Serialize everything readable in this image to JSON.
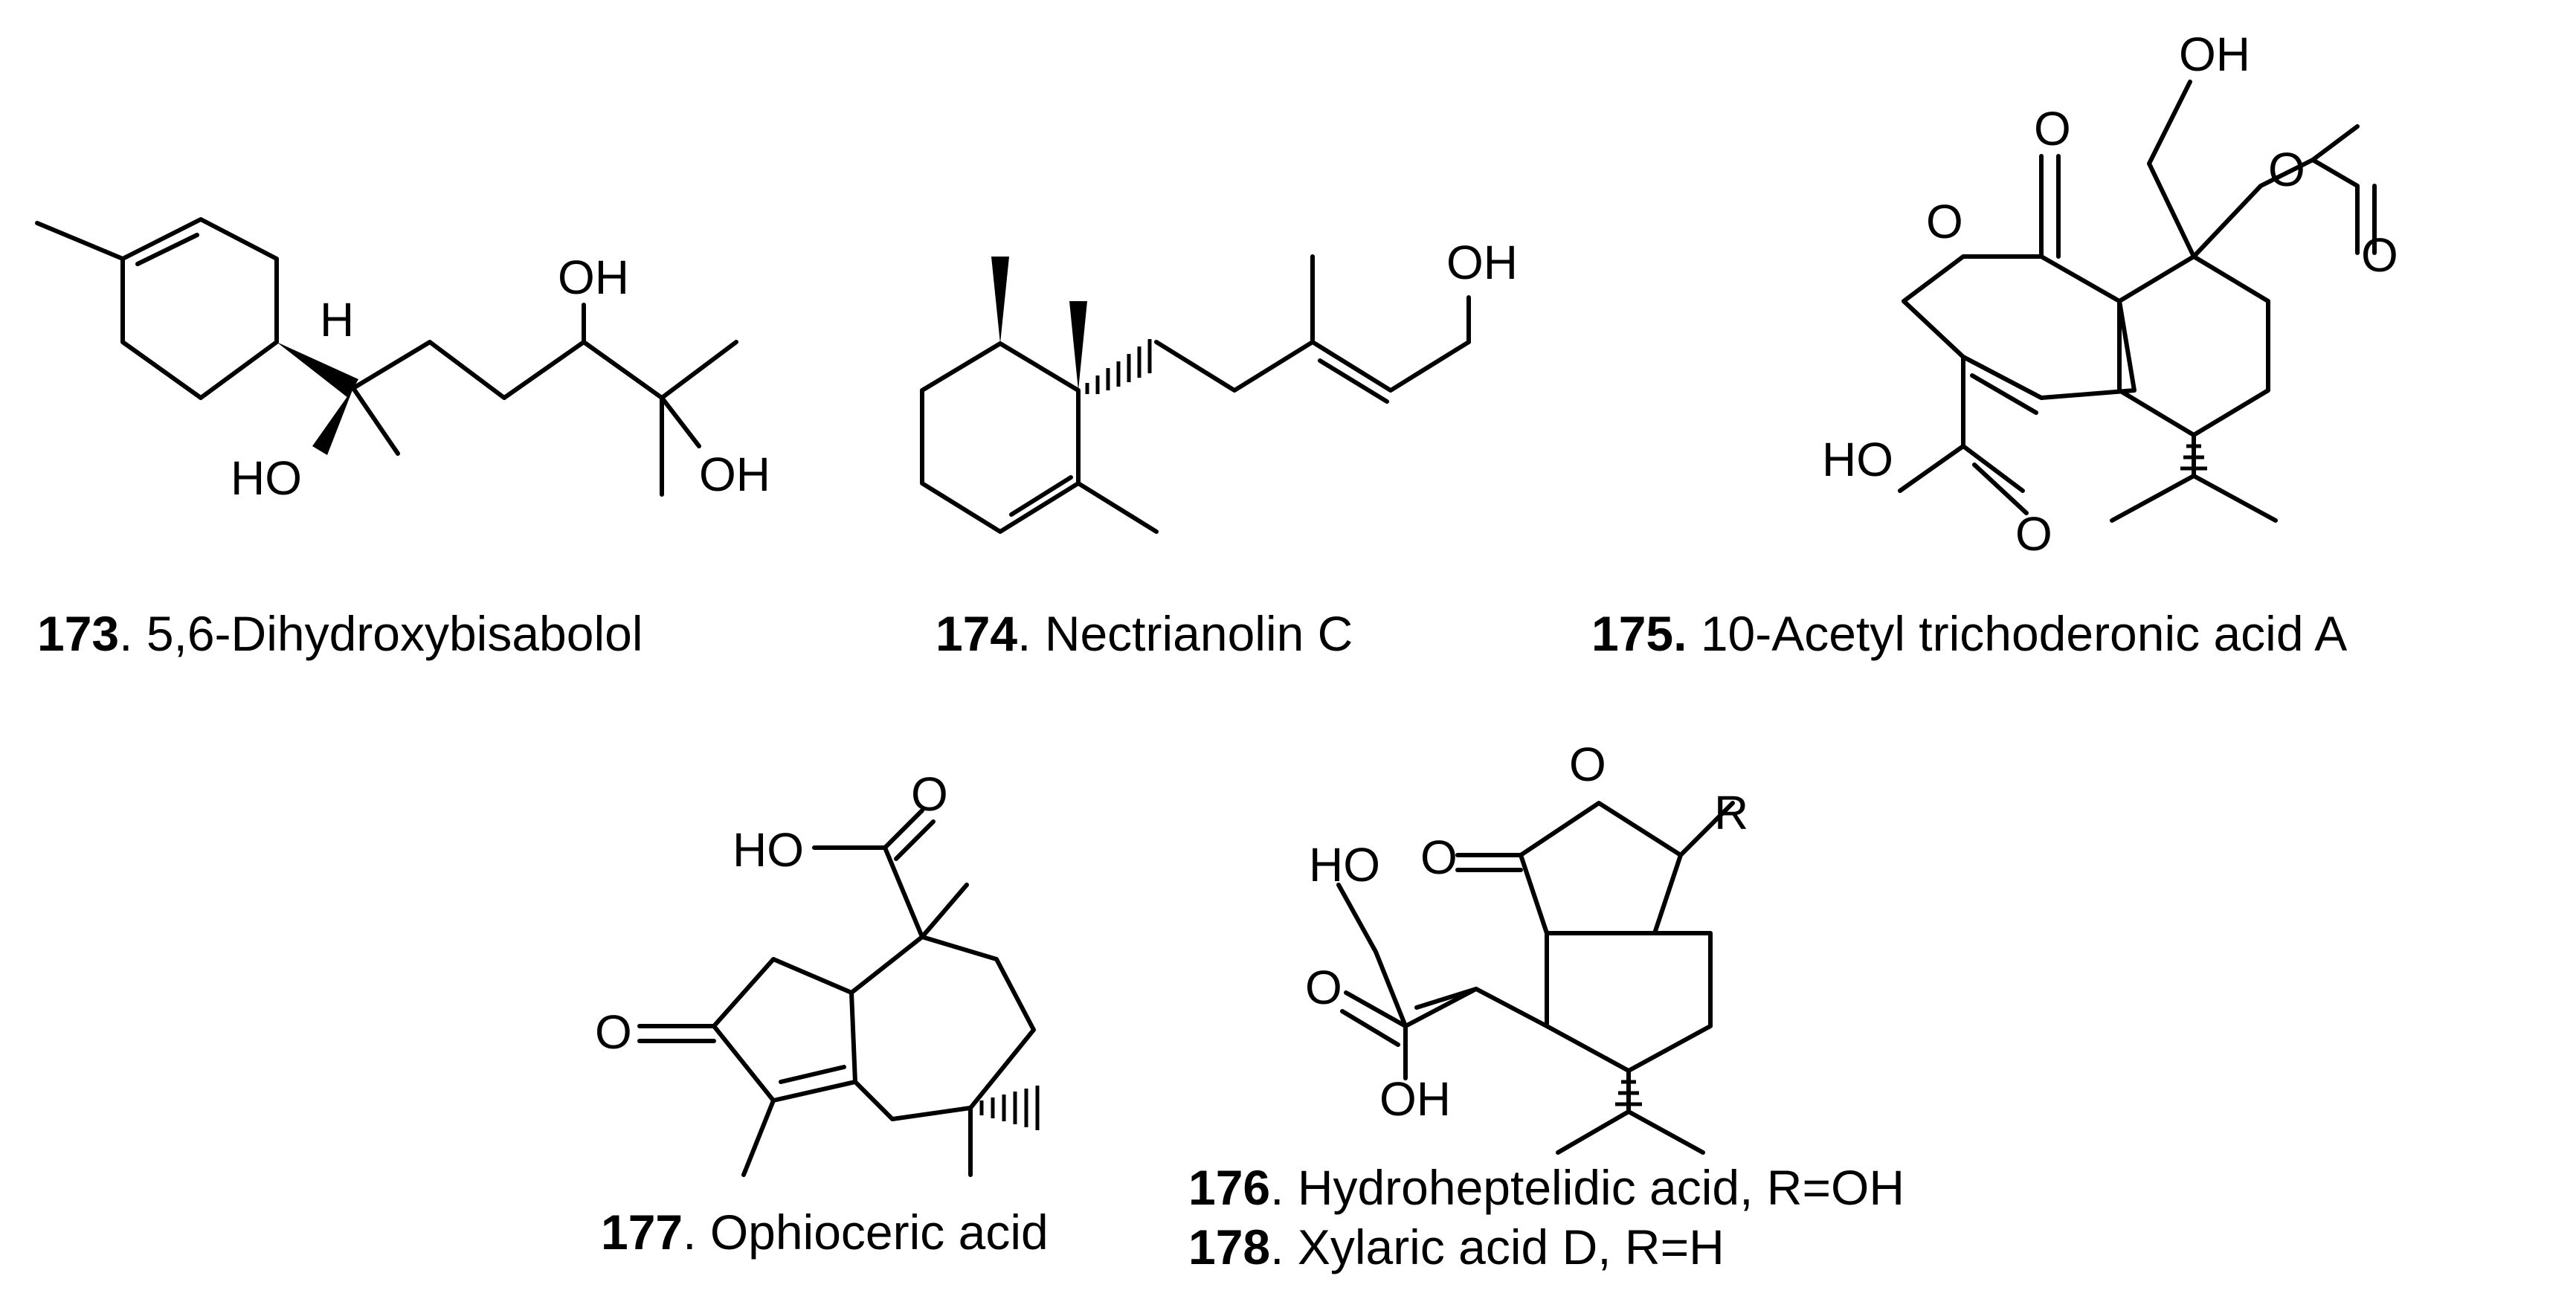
{
  "compounds": [
    {
      "id": "c173",
      "number": "173",
      "sep": ". ",
      "name": "5,6-Dihydroxybisabolol",
      "atoms": [
        "H",
        "HO",
        "OH",
        "OH"
      ]
    },
    {
      "id": "c174",
      "number": "174",
      "sep": ". ",
      "name": "Nectrianolin C",
      "atoms": [
        "OH"
      ]
    },
    {
      "id": "c175",
      "number": "175.",
      "sep": " ",
      "name": "10-Acetyl trichoderonic acid A",
      "atoms": [
        "OH",
        "O",
        "O",
        "O",
        "O",
        "HO",
        "O"
      ]
    },
    {
      "id": "c177",
      "number": "177",
      "sep": ". ",
      "name": "Ophioceric acid",
      "atoms": [
        "HO",
        "O",
        "O"
      ]
    },
    {
      "id": "c176",
      "number": "176",
      "sep": ". ",
      "name": "Hydroheptelidic acid, R=OH",
      "atoms": [
        "O",
        "R",
        "HO",
        "O",
        "O",
        "OH"
      ]
    },
    {
      "id": "c178",
      "number": "178",
      "sep": ". ",
      "name": "Xylaric acid D, R=H"
    }
  ]
}
